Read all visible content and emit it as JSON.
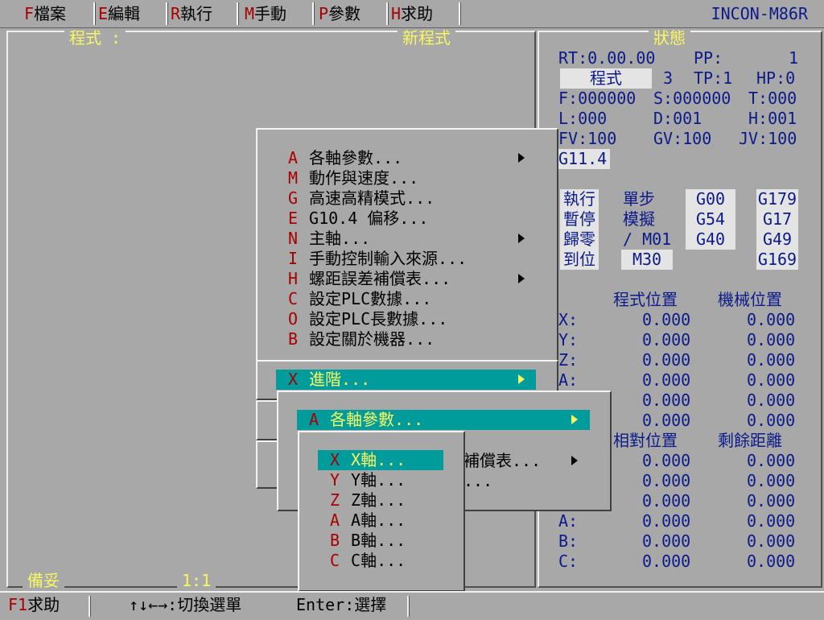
{
  "menubar": {
    "items": [
      {
        "key": "F",
        "label": "檔案"
      },
      {
        "key": "E",
        "label": "編輯"
      },
      {
        "key": "R",
        "label": "執行"
      },
      {
        "key": "M",
        "label": "手動"
      },
      {
        "key": "P",
        "label": "參數"
      },
      {
        "key": "H",
        "label": "求助"
      }
    ],
    "brand": "INCON-M86R"
  },
  "program_panel": {
    "title": "程式 :",
    "name": "新程式",
    "ready": "備妥",
    "ratio": "1:1"
  },
  "status_panel": {
    "title": "狀態",
    "rt": "RT:0.00.00",
    "pp": "PP:",
    "pp_val": "1",
    "mode_tag": "程式",
    "mode_num": "3",
    "tp": "TP:1",
    "hp": "HP:0",
    "f": "F:000000",
    "s": "S:000000",
    "t": "T:000",
    "l": "L:000",
    "d": "D:001",
    "h": "H:001",
    "fv": "FV:100",
    "gv": "GV:100",
    "jv": "JV:100",
    "g114": "G11.4",
    "grid": [
      [
        "執行",
        "單步",
        "G00",
        "G179"
      ],
      [
        "暫停",
        "模擬",
        "G54",
        "G17"
      ],
      [
        "歸零",
        "/ M01",
        "G40",
        "G49"
      ],
      [
        "到位",
        "M30",
        "",
        "G169"
      ]
    ],
    "pos_head": [
      "程式位置",
      "機械位置"
    ],
    "axes1": [
      {
        "axis": "X:",
        "prog": "0.000",
        "mach": "0.000"
      },
      {
        "axis": "Y:",
        "prog": "0.000",
        "mach": "0.000"
      },
      {
        "axis": "Z:",
        "prog": "0.000",
        "mach": "0.000"
      },
      {
        "axis": "A:",
        "prog": "0.000",
        "mach": "0.000"
      },
      {
        "axis": "",
        "prog": "0.000",
        "mach": "0.000"
      },
      {
        "axis": "",
        "prog": "0.000",
        "mach": "0.000"
      }
    ],
    "pos_head2": [
      "相對位置",
      "剩餘距離"
    ],
    "axes2": [
      {
        "axis": "",
        "rel": "0.000",
        "rem": "0.000"
      },
      {
        "axis": "",
        "rel": "0.000",
        "rem": "0.000"
      },
      {
        "axis": "",
        "rel": "0.000",
        "rem": "0.000"
      },
      {
        "axis": "A:",
        "rel": "0.000",
        "rem": "0.000"
      },
      {
        "axis": "B:",
        "rel": "0.000",
        "rem": "0.000"
      },
      {
        "axis": "C:",
        "rel": "0.000",
        "rem": "0.000"
      }
    ]
  },
  "param_menu": {
    "items": [
      {
        "key": "A",
        "label": "各軸參數..."
      },
      {
        "key": "M",
        "label": "動作與速度..."
      },
      {
        "key": "G",
        "label": "高速高精模式..."
      },
      {
        "key": "E",
        "label": "G10.4 偏移..."
      },
      {
        "key": "N",
        "label": "主軸..."
      },
      {
        "key": "I",
        "label": "手動控制輸入來源..."
      },
      {
        "key": "H",
        "label": "螺距誤差補償表..."
      },
      {
        "key": "C",
        "label": "設定PLC數據..."
      },
      {
        "key": "O",
        "label": "設定PLC長數據..."
      },
      {
        "key": "B",
        "label": "設定關於機器..."
      }
    ],
    "advanced": {
      "key": "X",
      "label": "進階..."
    }
  },
  "sub_menu": {
    "selected": {
      "key": "A",
      "label": "各軸參數..."
    },
    "partial1": "補償表...",
    "partial2": "..."
  },
  "axis_menu": {
    "items": [
      {
        "key": "X",
        "label": "X軸..."
      },
      {
        "key": "Y",
        "label": "Y軸..."
      },
      {
        "key": "Z",
        "label": "Z軸..."
      },
      {
        "key": "A",
        "label": "A軸..."
      },
      {
        "key": "B",
        "label": "B軸..."
      },
      {
        "key": "C",
        "label": "C軸..."
      }
    ]
  },
  "statusbar": {
    "help_key": "F1",
    "help_label": "求助",
    "nav_hint": "↑↓←→:切換選單",
    "enter_hint": "Enter:選擇"
  }
}
